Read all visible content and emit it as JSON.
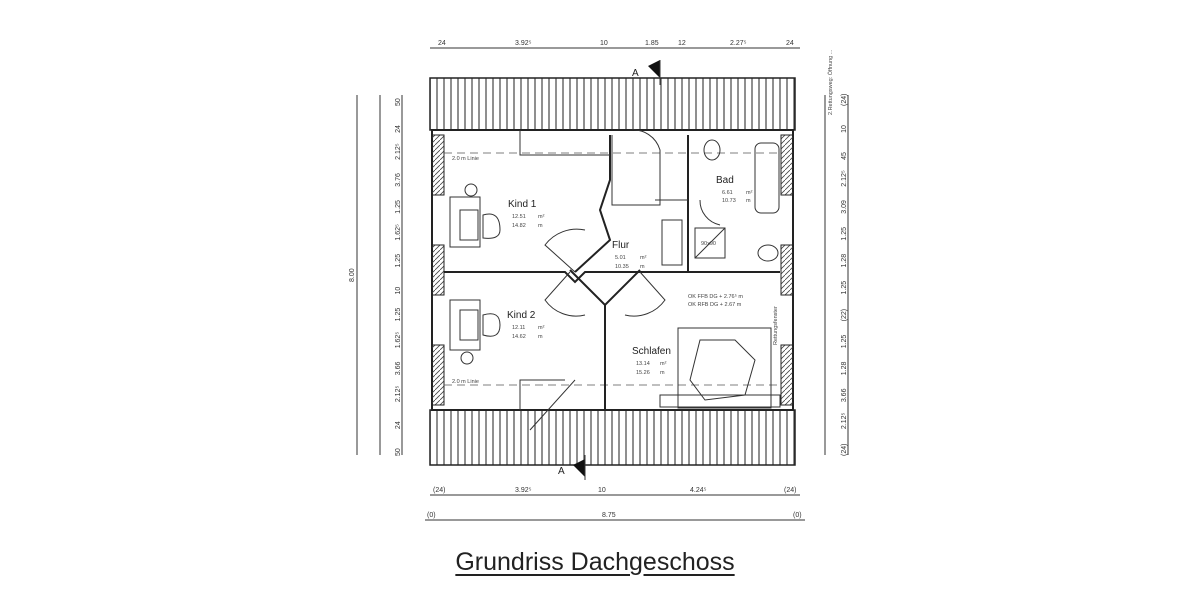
{
  "title": "Grundriss Dachgeschoss",
  "dimensions": {
    "top": [
      "24",
      "3.92⁵",
      "10",
      "1.85",
      "12",
      "2.27⁵",
      "24"
    ],
    "bottom1": [
      "(24)",
      "3.92⁵",
      "10",
      "4.24⁵",
      "(24)"
    ],
    "bottom2": [
      "(0)",
      "8.75",
      "(0)"
    ],
    "left_total": "8.00",
    "left": [
      "50",
      "24",
      "2.12⁵",
      "3.76",
      "1.25",
      "1.62⁵",
      "1.25",
      "10",
      "1.25",
      "1.62⁵",
      "3.66",
      "2.12⁵",
      "24",
      "50"
    ],
    "right": [
      "(24)",
      "10",
      "45",
      "2.12⁵",
      "3.09",
      "1.25",
      "1.28",
      "1.25",
      "(22)",
      "1.25",
      "1.28",
      "3.66",
      "2.12⁵",
      "(24)"
    ]
  },
  "rooms": [
    {
      "name": "Kind 1",
      "area": "12.51",
      "area_unit": "m²",
      "perimeter": "14.82",
      "perimeter_unit": "m"
    },
    {
      "name": "Kind 2",
      "area": "12.11",
      "area_unit": "m²",
      "perimeter": "14.62",
      "perimeter_unit": "m"
    },
    {
      "name": "Flur",
      "area": "5.01",
      "area_unit": "m²",
      "perimeter": "10.35",
      "perimeter_unit": "m"
    },
    {
      "name": "Bad",
      "area": "6.61",
      "area_unit": "m²",
      "perimeter": "10.73",
      "perimeter_unit": "m"
    },
    {
      "name": "Schlafen",
      "area": "13.14",
      "area_unit": "m²",
      "perimeter": "15.26",
      "perimeter_unit": "m"
    }
  ],
  "annotations": {
    "section_mark": "A",
    "line_top": "2.0 m Linie",
    "line_bottom": "2.0 m Linie",
    "level1": "OK FFB DG + 2.76⁵ m",
    "level2": "OK RFB DG + 2.67 m",
    "rescue_window": "Rettungsfenster",
    "shower": "90x90",
    "note": "2.Rettungsweg: Öffnung ..."
  }
}
